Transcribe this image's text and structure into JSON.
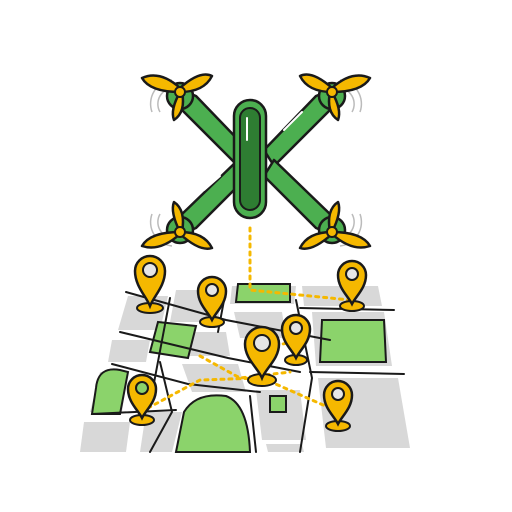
{
  "illustration": {
    "subject": "drone-delivery-map",
    "icons": [
      "drone-icon",
      "propeller-icon",
      "map-icon",
      "location-pin-icon",
      "route-line",
      "park-area"
    ]
  },
  "palette": {
    "drone_green": "#4CAF50",
    "drone_dark_green": "#2E7D32",
    "propeller_yellow": "#F5B800",
    "map_gray": "#D8D8D8",
    "park_green": "#8BD36B",
    "outline": "#1A1A1A",
    "route_yellow": "#F5B800",
    "pin_center_gray": "#E6E6E6",
    "pin_center_green": "#8BD36B"
  },
  "pins": [
    {
      "id": "pin-1",
      "variant": "gray"
    },
    {
      "id": "pin-2",
      "variant": "gray"
    },
    {
      "id": "pin-3",
      "variant": "gray"
    },
    {
      "id": "pin-4",
      "variant": "gray"
    },
    {
      "id": "pin-5",
      "variant": "gray"
    },
    {
      "id": "pin-6",
      "variant": "gray"
    },
    {
      "id": "pin-7",
      "variant": "green"
    }
  ]
}
